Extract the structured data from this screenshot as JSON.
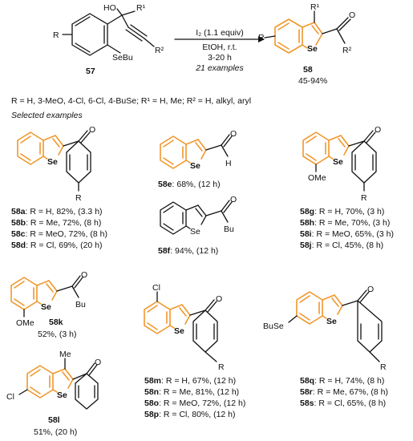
{
  "scheme": {
    "substrate_label": "57",
    "product_label": "58",
    "product_yield_range": "45-94%",
    "conditions": {
      "reagent": "I₂ (1.1 equiv)",
      "solvent": "EtOH, r.t.",
      "time": "3-20 h",
      "examples": "21 examples"
    },
    "atoms": {
      "ho": "HO",
      "r1": "R¹",
      "r2": "R²",
      "r": "R",
      "sebu": "SeBu",
      "se": "Se",
      "o": "O"
    },
    "substituents_line": "R = H, 3-MeO, 4-Cl, 6-Cl, 4-BuSe; R¹ = H, Me; R² = H, alkyl, aryl",
    "selected_heading": "Selected examples"
  },
  "groups": {
    "a": [
      {
        "id": "58a",
        "text": ": R = H, 82%, (3.3 h)"
      },
      {
        "id": "58b",
        "text": ": R = Me, 72%, (8 h)"
      },
      {
        "id": "58c",
        "text": ": R = MeO, 72%, (8 h)"
      },
      {
        "id": "58d",
        "text": ": R = Cl, 69%, (20 h)"
      }
    ],
    "e": {
      "id": "58e",
      "text": ": 68%, (12 h)"
    },
    "f": {
      "id": "58f",
      "text": ": 94%, (12 h)"
    },
    "g": [
      {
        "id": "58g",
        "text": ": R = H, 70%, (3 h)"
      },
      {
        "id": "58h",
        "text": ": R = Me, 70%, (3 h)"
      },
      {
        "id": "58i",
        "text": ": R = MeO, 65%, (3 h)"
      },
      {
        "id": "58j",
        "text": ": R = Cl, 45%, (8 h)"
      }
    ],
    "k": {
      "id": "58k",
      "text": "52%, (3 h)"
    },
    "l": {
      "id": "58l",
      "text": "51%, (20 h)"
    },
    "m": [
      {
        "id": "58m",
        "text": ": R = H, 67%, (12 h)"
      },
      {
        "id": "58n",
        "text": ": R = Me, 81%, (12 h)"
      },
      {
        "id": "58o",
        "text": ": R = MeO, 72%, (12 h)"
      },
      {
        "id": "58p",
        "text": ": R = Cl, 80%, (12 h)"
      }
    ],
    "q": [
      {
        "id": "58q",
        "text": ": R = H, 74%, (8 h)"
      },
      {
        "id": "58r",
        "text": ": R = Me, 67%, (8 h)"
      },
      {
        "id": "58s",
        "text": ": R = Cl, 65%, (8 h)"
      }
    ]
  },
  "labels": {
    "bu": "Bu",
    "h": "H",
    "ome": "OMe",
    "cl": "Cl",
    "me": "Me",
    "buse": "BuSe",
    "r": "R"
  },
  "colors": {
    "highlight": "#f0972c",
    "ink": "#111111"
  }
}
